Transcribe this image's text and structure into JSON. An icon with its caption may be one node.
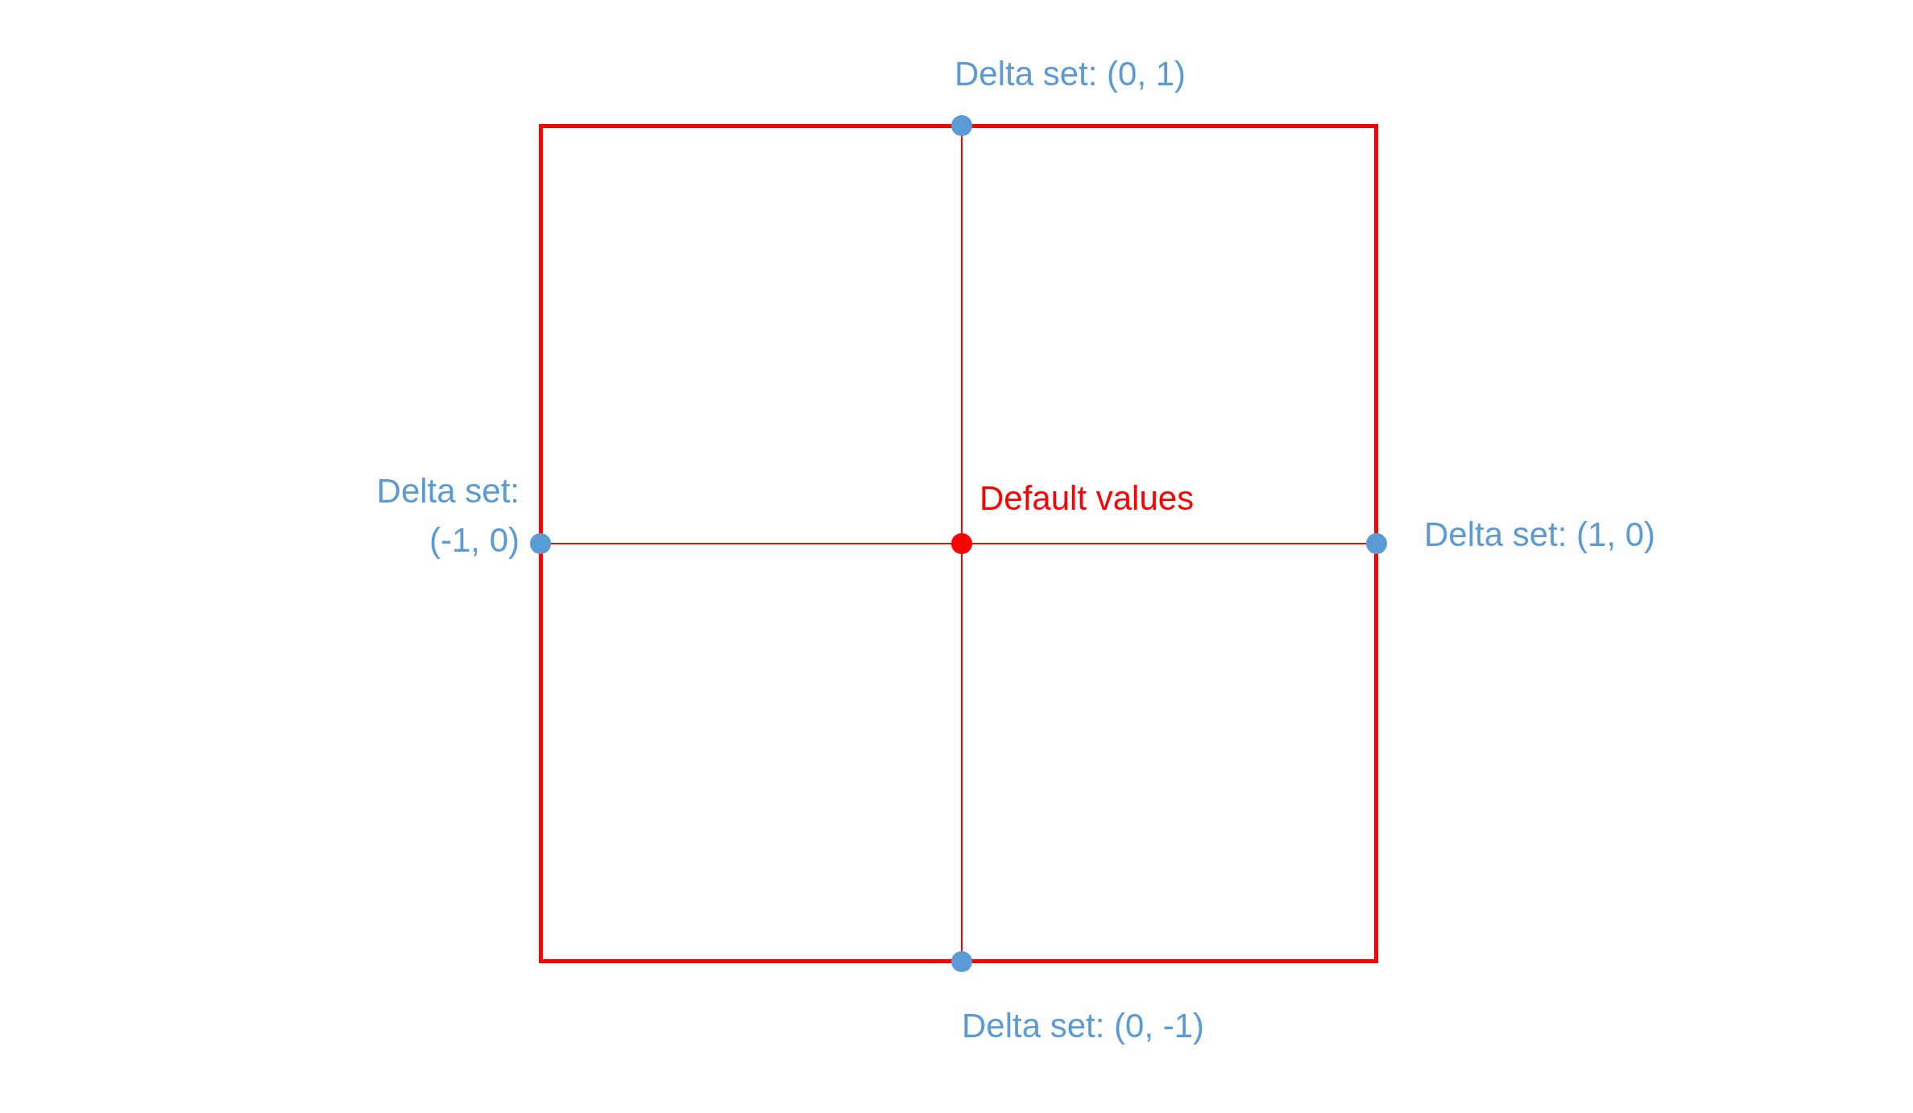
{
  "diagram": {
    "nodes": [
      {
        "text": [],
        "shape": "circle",
        "beside": [
          "Delta set: (0, 1)"
        ]
      },
      {
        "text": [],
        "shape": "circle",
        "beside": [
          "Delta set: (-1, 0)"
        ]
      },
      {
        "text": [],
        "shape": "circle",
        "beside": [
          "Default values"
        ]
      },
      {
        "text": [],
        "shape": "circle",
        "beside": [
          "Delta set: (1, 0)"
        ]
      },
      {
        "text": [],
        "shape": "circle",
        "beside": [
          "Delta set: (0, -1)"
        ]
      }
    ],
    "edges": [
      {
        "from": 0,
        "to": 2,
        "arrow": "none"
      },
      {
        "from": 2,
        "to": 4,
        "arrow": "none"
      },
      {
        "from": 1,
        "to": 2,
        "arrow": "none"
      },
      {
        "from": 2,
        "to": 3,
        "arrow": "none"
      }
    ]
  }
}
